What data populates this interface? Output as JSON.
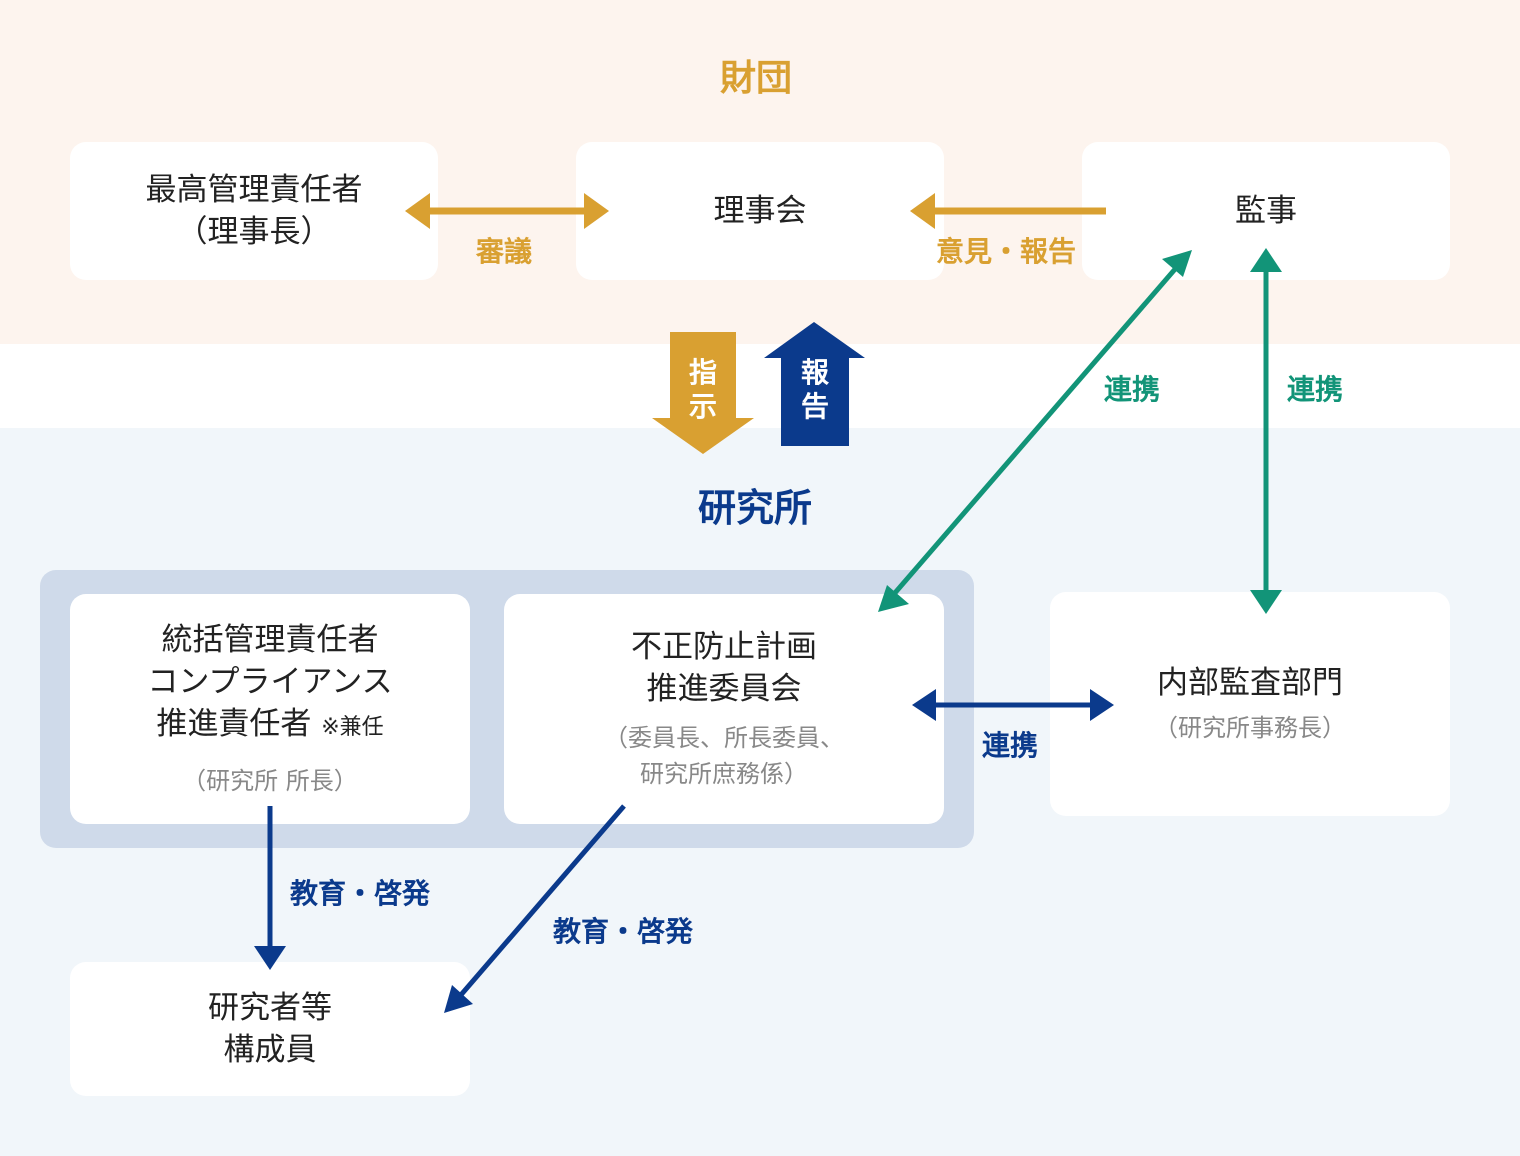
{
  "zones": {
    "foundation": {
      "title": "財団",
      "color": "#d9a031"
    },
    "institute": {
      "title": "研究所",
      "color": "#0b3a8c"
    }
  },
  "boxes": {
    "chief_manager": {
      "lines": [
        "最高管理責任者",
        "（理事長）"
      ]
    },
    "board": {
      "lines": [
        "理事会"
      ]
    },
    "auditor": {
      "lines": [
        "監事"
      ]
    },
    "general_manager": {
      "lines": [
        "統括管理責任者",
        "コンプライアンス",
        "推進責任者"
      ],
      "note": "※兼任",
      "sub": "（研究所 所長）"
    },
    "committee": {
      "lines": [
        "不正防止計画",
        "推進委員会"
      ],
      "sub_lines": [
        "（委員長、所長委員、",
        "研究所庶務係）"
      ]
    },
    "internal_audit": {
      "lines": [
        "内部監査部門"
      ],
      "sub": "（研究所事務長）"
    },
    "researchers": {
      "lines": [
        "研究者等",
        "構成員"
      ]
    }
  },
  "labels": {
    "deliberation": "審議",
    "opinion_report": "意見・報告",
    "instruction": "指示",
    "report": "報告",
    "cooperation_auditor_committee": "連携",
    "cooperation_auditor_internal": "連携",
    "cooperation_committee_internal": "連携",
    "education_left": "教育・啓発",
    "education_right": "教育・啓発"
  },
  "colors": {
    "gold": "#d9a031",
    "navy": "#0b3a8c",
    "green": "#129478",
    "band_top": "#fdf4ee",
    "band_bottom": "#f1f6fa",
    "group_panel": "#cfdaea"
  }
}
